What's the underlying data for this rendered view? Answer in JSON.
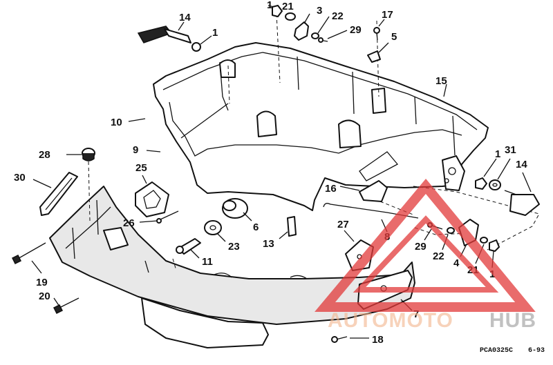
{
  "callouts": [
    {
      "id": "c14a",
      "text": "14"
    },
    {
      "id": "c1a",
      "text": "1"
    },
    {
      "id": "c1b",
      "text": "1"
    },
    {
      "id": "c21a",
      "text": "21"
    },
    {
      "id": "c3",
      "text": "3"
    },
    {
      "id": "c22a",
      "text": "22"
    },
    {
      "id": "c29a",
      "text": "29"
    },
    {
      "id": "c17",
      "text": "17"
    },
    {
      "id": "c5",
      "text": "5"
    },
    {
      "id": "c15",
      "text": "15"
    },
    {
      "id": "c10",
      "text": "10"
    },
    {
      "id": "c9",
      "text": "9"
    },
    {
      "id": "c28",
      "text": "28"
    },
    {
      "id": "c25",
      "text": "25"
    },
    {
      "id": "c30",
      "text": "30"
    },
    {
      "id": "c26",
      "text": "26"
    },
    {
      "id": "c6",
      "text": "6"
    },
    {
      "id": "c23",
      "text": "23"
    },
    {
      "id": "c13",
      "text": "13"
    },
    {
      "id": "c11",
      "text": "11"
    },
    {
      "id": "c19",
      "text": "19"
    },
    {
      "id": "c20",
      "text": "20"
    },
    {
      "id": "c16",
      "text": "16"
    },
    {
      "id": "c27",
      "text": "27"
    },
    {
      "id": "c8",
      "text": "8"
    },
    {
      "id": "c1c",
      "text": "1"
    },
    {
      "id": "c31",
      "text": "31"
    },
    {
      "id": "c14b",
      "text": "14"
    },
    {
      "id": "c29b",
      "text": "29"
    },
    {
      "id": "c22b",
      "text": "22"
    },
    {
      "id": "c4",
      "text": "4"
    },
    {
      "id": "c21b",
      "text": "21"
    },
    {
      "id": "c1d",
      "text": "1"
    },
    {
      "id": "c7",
      "text": "7"
    },
    {
      "id": "c18",
      "text": "18"
    }
  ],
  "drawing_code": "PCA0325C",
  "drawing_date": "6-93",
  "watermark": {
    "part1": "AUTOMOTO",
    "part2": "HUB",
    "color_a": "#f2b48c",
    "color_b": "#9e9e9e",
    "triangle_color": "#e23a3a"
  }
}
